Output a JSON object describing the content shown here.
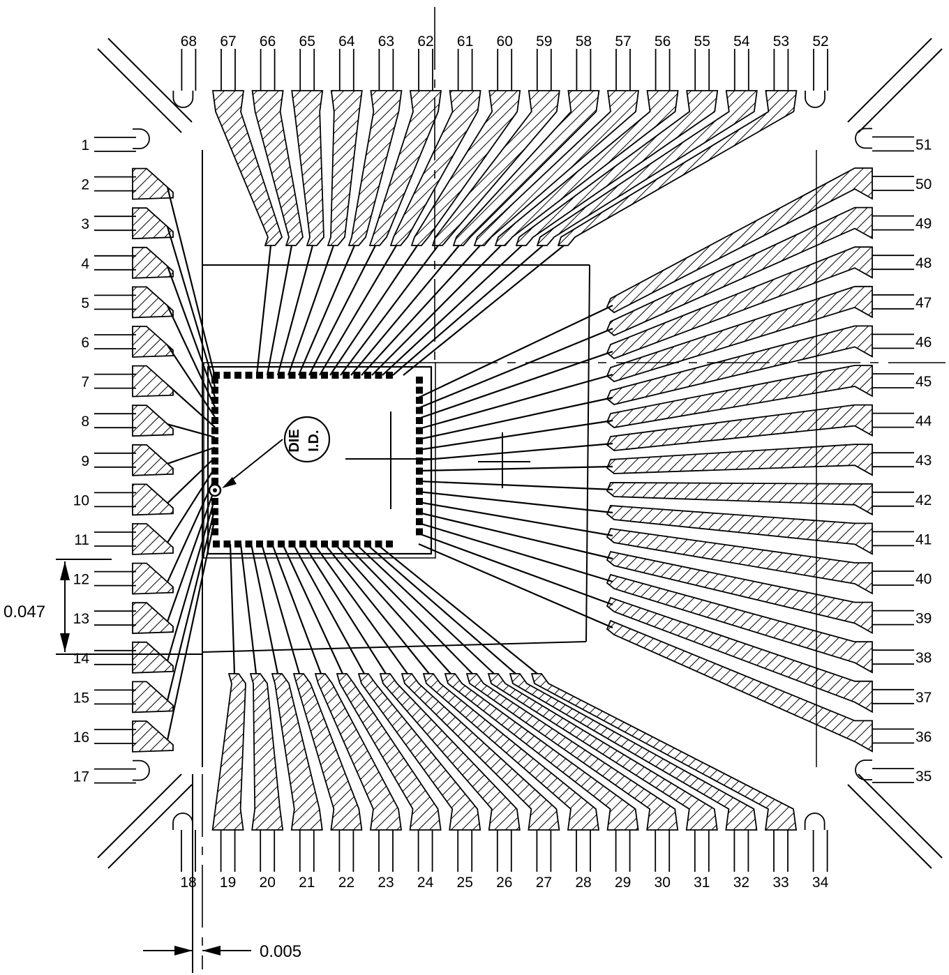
{
  "diagram": {
    "dimensions": {
      "vertical": "0.047",
      "horizontal": "0.005"
    },
    "die_id": {
      "line1": "DIE",
      "line2": "I.D."
    },
    "pins": {
      "left": [
        "1",
        "2",
        "3",
        "4",
        "5",
        "6",
        "7",
        "8",
        "9",
        "10",
        "11",
        "12",
        "13",
        "14",
        "15",
        "16",
        "17"
      ],
      "bottom": [
        "18",
        "19",
        "20",
        "21",
        "22",
        "23",
        "24",
        "25",
        "26",
        "27",
        "28",
        "29",
        "30",
        "31",
        "32",
        "33",
        "34"
      ],
      "right": [
        "35",
        "36",
        "37",
        "38",
        "39",
        "40",
        "41",
        "42",
        "43",
        "44",
        "45",
        "46",
        "47",
        "48",
        "49",
        "50",
        "51"
      ],
      "top": [
        "52",
        "53",
        "54",
        "55",
        "56",
        "57",
        "58",
        "59",
        "60",
        "61",
        "62",
        "63",
        "64",
        "65",
        "66",
        "67",
        "68"
      ]
    }
  }
}
